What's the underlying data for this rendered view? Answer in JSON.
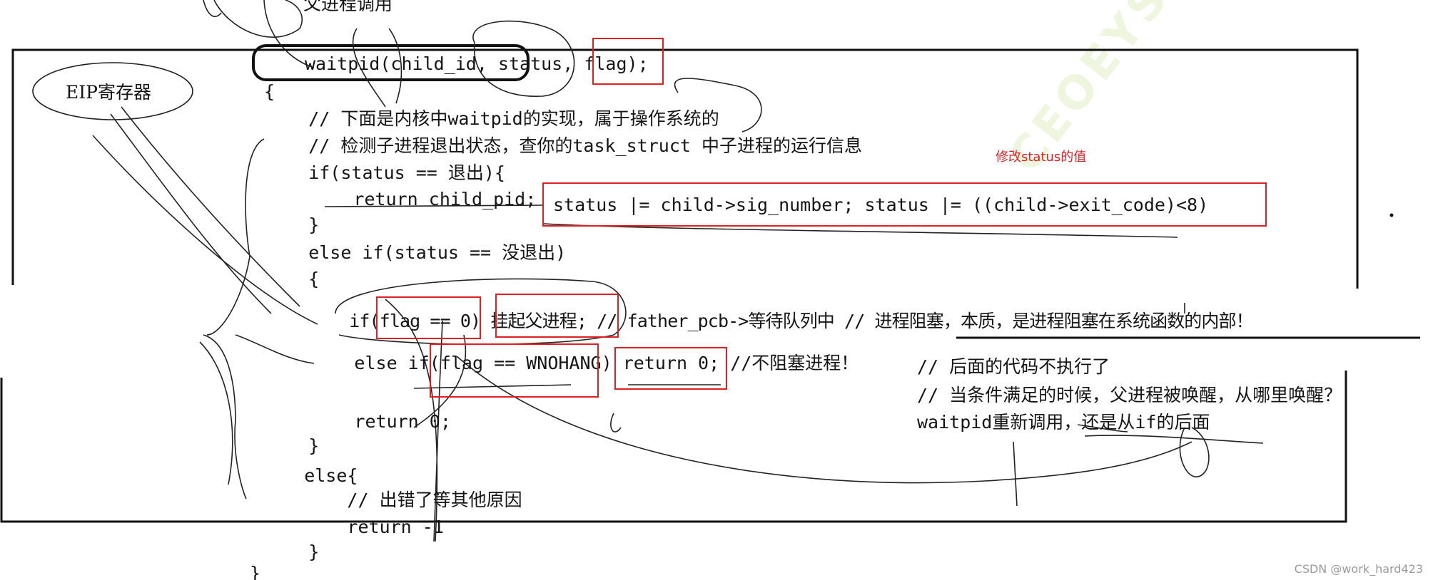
{
  "header": {
    "title_partial": "父进程调用"
  },
  "eip_label": "EIP寄存器",
  "watermark": "CEOEYS",
  "code_lines": [
    "waitpid(child_id, status, flag);",
    "{",
    "    // 下面是内核中waitpid的实现，属于操作系统的",
    "    // 检测子进程退出状态，查你的task_struct 中子进程的运行信息",
    "    if(status == 退出){",
    "        return child_pid;",
    "    }",
    "    else if(status == 没退出)",
    "    {",
    "        if(flag == 0) 挂起父进程; // father_pcb->等待队列中 // 进程阻塞，本质，是进程阻塞在系统函数的内部！",
    "        else if(flag == WNOHANG) return 0; //不阻塞进程！",
    "        return 0;",
    "    }",
    "    else{",
    "        // 出错了等其他原因",
    "        return -1",
    "    }",
    "}"
  ],
  "red_note": "修改status的值",
  "status_code": "status |= child->sig_number; status |= ((child->exit_code)<8)",
  "side_notes": [
    "// 后面的代码不执行了",
    "// 当条件满足的时候，父进程被唤醒，从哪里唤醒？",
    "waitpid重新调用，还是从if的后面"
  ],
  "footer": "CSDN @work_hard423",
  "colors": {
    "ink": "#151515",
    "annotation_red": "#e02020",
    "watermark": "#eef6de",
    "footer": "#9a9a9a"
  }
}
